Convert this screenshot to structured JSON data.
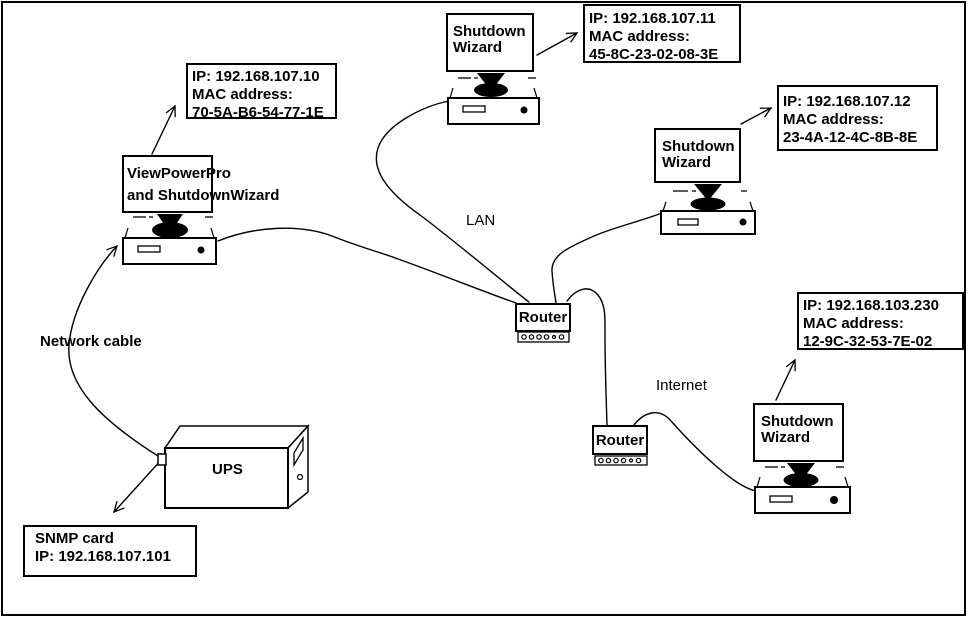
{
  "colors": {
    "ink": "#000000",
    "paper": "#ffffff"
  },
  "computers": [
    {
      "id": "viewpowerpro",
      "label_lines": [
        "ViewPowerPro",
        "and ShutdownWizard"
      ]
    },
    {
      "id": "shutdown-wizard-top",
      "label_lines": [
        "Shutdown",
        "Wizard"
      ]
    },
    {
      "id": "shutdown-wizard-right",
      "label_lines": [
        "Shutdown",
        "Wizard"
      ]
    },
    {
      "id": "shutdown-wizard-bottom",
      "label_lines": [
        "Shutdown",
        "Wizard"
      ]
    }
  ],
  "address_boxes": [
    {
      "lines": [
        "IP: 192.168.107.10",
        "MAC address:",
        "70-5A-B6-54-77-1E"
      ]
    },
    {
      "lines": [
        "IP: 192.168.107.11",
        "MAC address:",
        "45-8C-23-02-08-3E"
      ]
    },
    {
      "lines": [
        "IP: 192.168.107.12",
        "MAC address:",
        "23-4A-12-4C-8B-8E"
      ]
    },
    {
      "lines": [
        "IP: 192.168.103.230",
        "MAC address:",
        "12-9C-32-53-7E-02"
      ]
    }
  ],
  "snmp_box": {
    "lines": [
      "SNMP card",
      "IP: 192.168.107.101"
    ]
  },
  "routers": [
    {
      "label": "Router"
    },
    {
      "label": "Router"
    }
  ],
  "labels": {
    "lan": "LAN",
    "internet": "Internet",
    "network_cable": "Network cable",
    "ups": "UPS"
  }
}
